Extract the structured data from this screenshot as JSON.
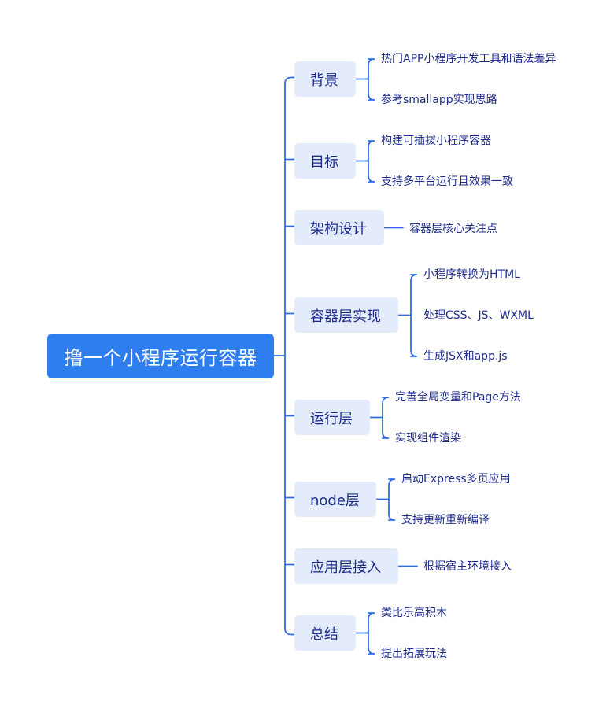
{
  "root": {
    "label": "撸一个小程序运行容器"
  },
  "branches": [
    {
      "label": "背景",
      "children": [
        "热门APP小程序开发工具和语法差异",
        "参考smallapp实现思路"
      ]
    },
    {
      "label": "目标",
      "children": [
        "构建可插拔小程序容器",
        "支持多平台运行且效果一致"
      ]
    },
    {
      "label": "架构设计",
      "children": [
        "容器层核心关注点"
      ]
    },
    {
      "label": "容器层实现",
      "children": [
        "小程序转换为HTML",
        "处理CSS、JS、WXML",
        "生成JSX和app.js"
      ]
    },
    {
      "label": "运行层",
      "children": [
        "完善全局变量和Page方法",
        "实现组件渲染"
      ]
    },
    {
      "label": "node层",
      "children": [
        "启动Express多页应用",
        "支持更新重新编译"
      ]
    },
    {
      "label": "应用层接入",
      "children": [
        "根据宿主环境接入"
      ]
    },
    {
      "label": "总结",
      "children": [
        "类比乐高积木",
        "提出拓展玩法"
      ]
    }
  ],
  "colors": {
    "root_bg": "#2f7ef0",
    "branch_bg": "#e4ecfc",
    "text": "#1e2b8a",
    "line": "#2f6fe0"
  }
}
